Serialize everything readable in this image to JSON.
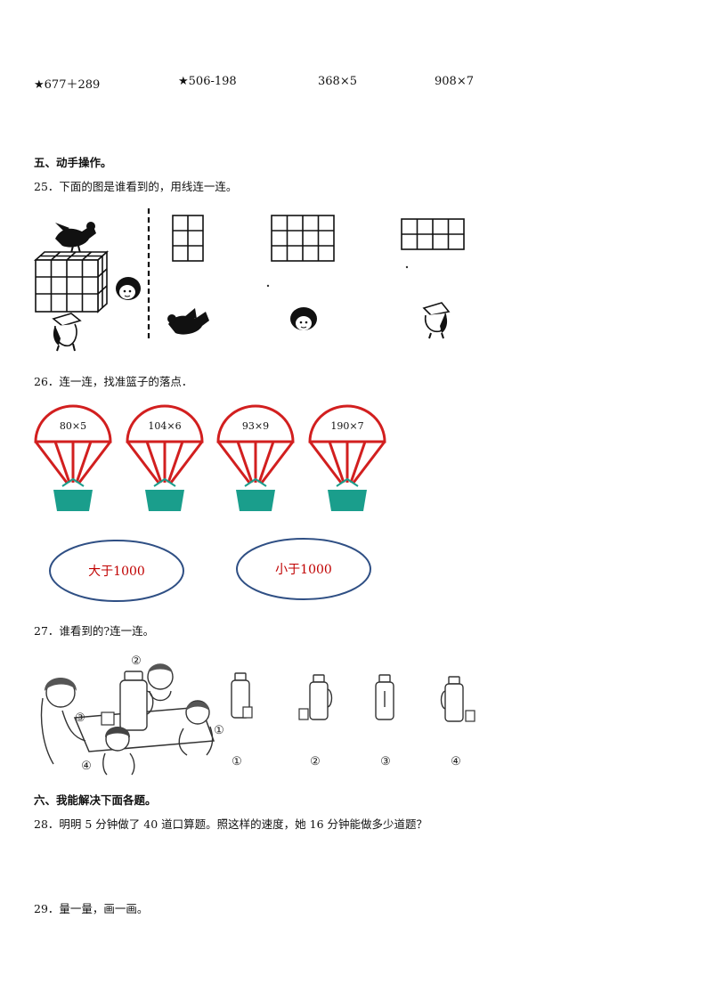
{
  "calc": [
    {
      "star": "★",
      "expr": "677＋289"
    },
    {
      "star": "★",
      "expr": "506-198"
    },
    {
      "star": "",
      "expr": "368×5"
    },
    {
      "star": "",
      "expr": "908×7"
    }
  ],
  "section5": {
    "title": "五、动手操作。"
  },
  "q25": {
    "text": "25．下面的图是谁看到的，用线连一连。"
  },
  "q26": {
    "text": "26．连一连，找准篮子的落点．",
    "parachutes": [
      "80×5",
      "104×6",
      "93×9",
      "190×7"
    ],
    "ovals": [
      "大于1000",
      "小于1000"
    ]
  },
  "q27": {
    "text": "27．谁看到的?连一连。",
    "scene_labels": [
      "②",
      "③",
      "①",
      "④"
    ],
    "view_labels": [
      "①",
      "②",
      "③",
      "④"
    ]
  },
  "section6": {
    "title": "六、我能解决下面各题。"
  },
  "q28": {
    "text": "28．明明 5 分钟做了 40 道口算题。照这样的速度，她 16 分钟能做多少道题？"
  },
  "q29": {
    "text": "29．量一量，画一画。"
  },
  "colors": {
    "parachute": "#d21f1f",
    "basket": "#1a9e8c",
    "oval_border": "#2f4f84",
    "oval_text": "#c00000"
  }
}
